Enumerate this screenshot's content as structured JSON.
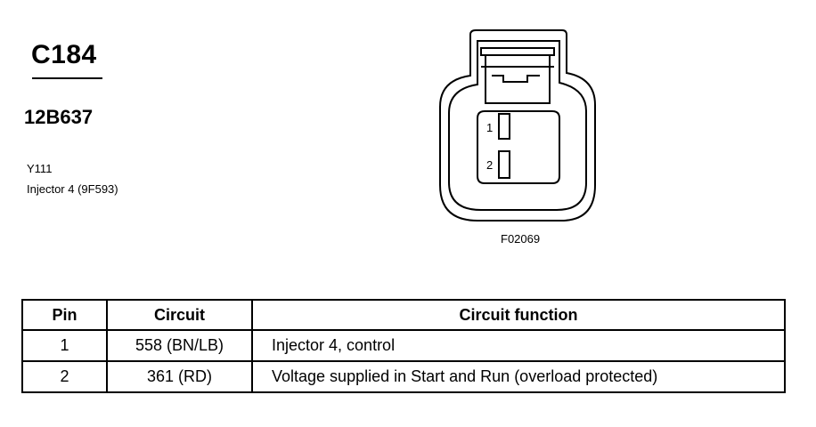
{
  "connector": {
    "id": "C184",
    "part_number": "12B637",
    "location": "Y111",
    "description": "Injector 4 (9F593)",
    "figure_id": "F02069",
    "pin_labels": [
      "1",
      "2"
    ]
  },
  "table": {
    "headers": [
      "Pin",
      "Circuit",
      "Circuit function"
    ],
    "rows": [
      {
        "pin": "1",
        "circuit": "558 (BN/LB)",
        "function": "Injector 4, control"
      },
      {
        "pin": "2",
        "circuit": "361 (RD)",
        "function": "Voltage supplied in Start and Run (overload protected)"
      }
    ]
  }
}
